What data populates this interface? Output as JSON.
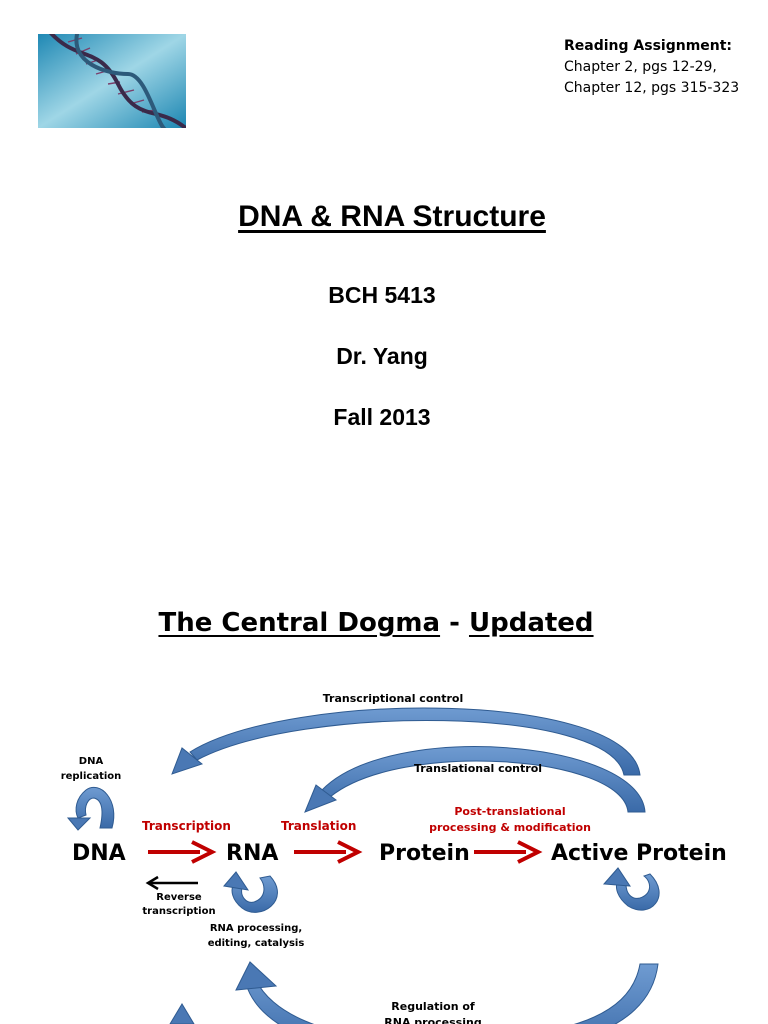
{
  "reading_assignment": {
    "heading": "Reading Assignment:",
    "lines": [
      "Chapter 2, pgs 12-29,",
      "Chapter 12, pgs 315-323"
    ]
  },
  "title": "DNA & RNA Structure",
  "course": "BCH 5413",
  "instructor": "Dr. Yang",
  "term": "Fall 2013",
  "slide2": {
    "title_part1": "The Central Dogma",
    "separator": "-",
    "title_part2": "Updated"
  },
  "diagram": {
    "nodes": [
      "DNA",
      "RNA",
      "Protein",
      "Active Protein"
    ],
    "arrow_labels": {
      "transcription": "Transcription",
      "translation": "Translation",
      "post_translational_1": "Post-translational",
      "post_translational_2": "processing & modification",
      "reverse_1": "Reverse",
      "reverse_2": "transcription"
    },
    "control_labels": {
      "transcriptional_control": "Transcriptional control",
      "translational_control": "Translational control",
      "dna_replication_1": "DNA",
      "dna_replication_2": "replication",
      "rna_processing_1": "RNA processing,",
      "rna_processing_2": "editing, catalysis",
      "regulation_1": "Regulation of",
      "regulation_2": "RNA processing"
    },
    "colors": {
      "red_arrow": "#c00000",
      "blue_arrow": "#4f81bd",
      "black_arrow": "#000000"
    }
  }
}
